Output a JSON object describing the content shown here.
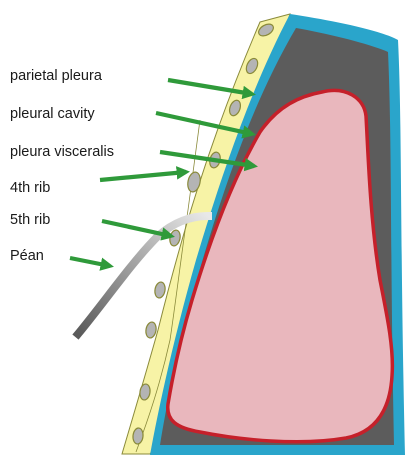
{
  "labels": {
    "parietal_pleura": "parietal pleura",
    "pleural_cavity": "pleural cavity",
    "pleura_visceralis": "pleura visceralis",
    "rib4": "4th rib",
    "rib5": "5th rib",
    "pean": "Péan"
  },
  "colors": {
    "arrow": "#2f9a3a",
    "parietal_layer": "#2aa5cb",
    "cavity": "#5c5c5c",
    "visceral_line": "#c5202a",
    "lung": "#e9b7bd",
    "chest_wall": "#f7f3a6",
    "chest_wall_outline": "#8a8a3a",
    "rib": "#b4b4b4",
    "instrument_dark": "#5a5a5a",
    "instrument_light": "#e8e8e8"
  },
  "icons": {
    "arrow": "green-arrow",
    "rib": "rib-cross-section",
    "instrument": "pean-clamp"
  }
}
